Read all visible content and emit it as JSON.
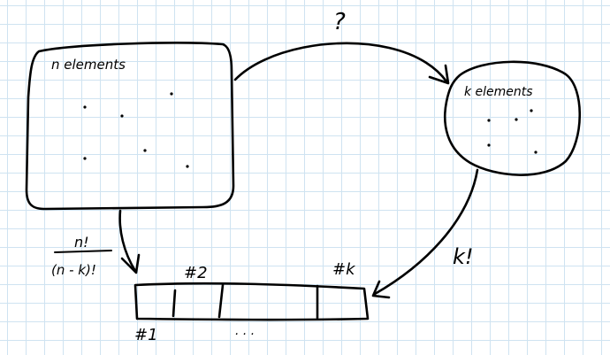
{
  "diagram": {
    "question_mark": "?",
    "source_set": {
      "label": "n elements"
    },
    "target_set": {
      "label": "k elements"
    },
    "formula": {
      "numerator": "n!",
      "denominator": "(n - k)!"
    },
    "factorial_label": "k!",
    "slots": {
      "first": "#1",
      "second": "#2",
      "last": "#k",
      "ellipsis": ". . ."
    }
  }
}
